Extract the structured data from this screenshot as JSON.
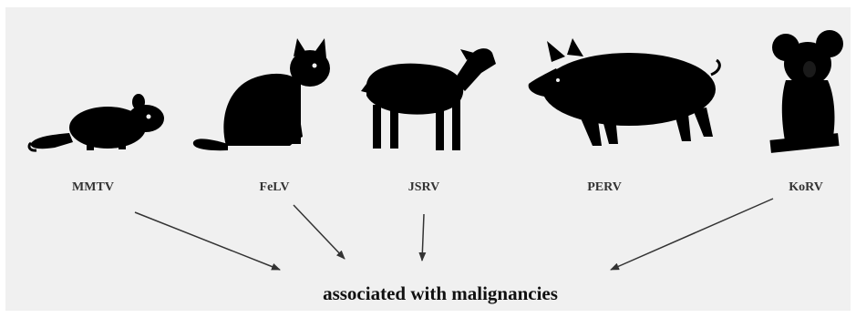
{
  "labels": {
    "mouse": "MMTV",
    "cat": "FeLV",
    "sheep": "JSRV",
    "pig": "PERV",
    "koala": "KoRV"
  },
  "caption": "associated with malignancies",
  "colors": {
    "background": "#f0f0f0",
    "silhouette": "#000000",
    "text": "#333333",
    "arrow": "#333333"
  },
  "arrow_sources": [
    "MMTV",
    "FeLV",
    "JSRV",
    "KoRV"
  ]
}
